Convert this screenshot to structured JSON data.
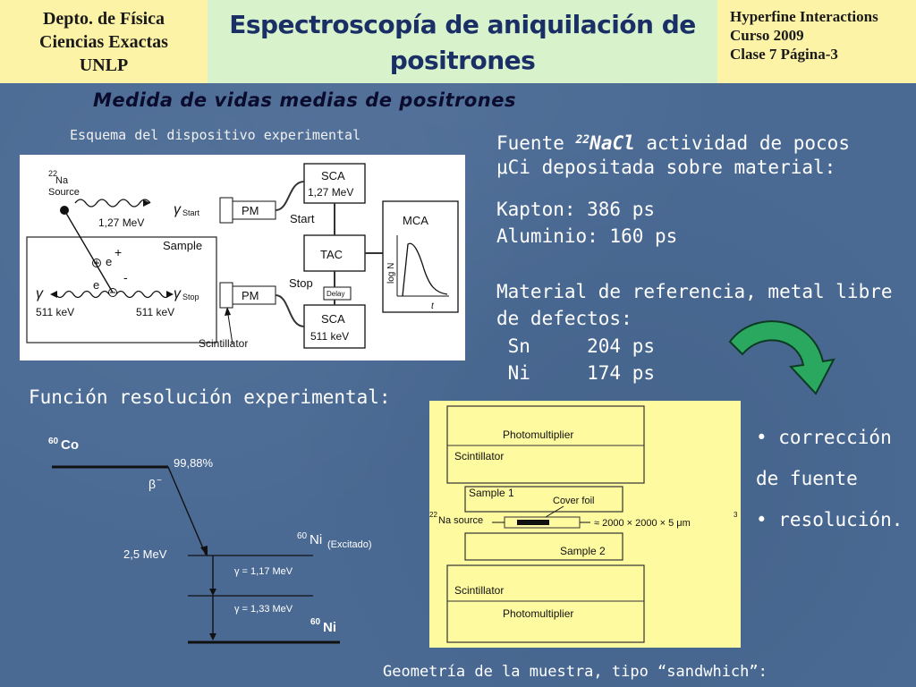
{
  "header": {
    "left_lines": [
      "Depto. de Física",
      "Ciencias Exactas",
      "UNLP"
    ],
    "title_lines": [
      "Espectroscopía de aniquilación de",
      "positrones"
    ],
    "right_lines": [
      "Hyperfine Interactions",
      "Curso 2009",
      "Clase 7  Página-3"
    ]
  },
  "subtitle": "Medida de vidas medias de positrones",
  "schematic": {
    "caption": "Esquema del dispositivo experimental",
    "source_iso": "22",
    "source_el": "Na",
    "source_word": "Source",
    "energy_start": "1,27 MeV",
    "sample": "Sample",
    "e_plus": "e",
    "e_minus": "e",
    "plus": "+",
    "minus": "-",
    "gamma": "γ",
    "start_sub": "Start",
    "stop_sub": "Stop",
    "energy_511_left": "511 keV",
    "energy_511_right": "511 keV",
    "pm_top": "PM",
    "pm_bottom": "PM",
    "sca_top_1": "SCA",
    "sca_top_2": "1,27 MeV",
    "sca_bottom_1": "SCA",
    "sca_bottom_2": "511 keV",
    "tac": "TAC",
    "start_lbl": "Start",
    "stop_lbl": "Stop",
    "delay": "Delay",
    "mca": "MCA",
    "logn": "log N",
    "t": "t",
    "scintillator": "Scintillator"
  },
  "right_text": {
    "line1_a": "Fuente ",
    "line1_sup": "22",
    "line1_b": "NaCl",
    "line1_c": " actividad de pocos",
    "line2": "μCi depositada sobre material:",
    "kapton": "Kapton: 386 ps",
    "aluminio": "Aluminio: 160 ps",
    "ref1": "Material de referencia, metal libre",
    "ref2": "de defectos:",
    "sn": " Sn     204 ps",
    "ni": " Ni     174 ps"
  },
  "resolution_title": "Función resolución experimental:",
  "decay": {
    "co_sup": "60",
    "co": "Co",
    "branch": "99,88%",
    "beta": "β",
    "beta_sup": "−",
    "energy": "2,5 MeV",
    "ni_exc_sup": "60",
    "ni_exc": "Ni",
    "ni_exc_sub": "(Excitado)",
    "g1": "γ = 1,17 MeV",
    "g2": "γ = 1,33 MeV",
    "ni_sup": "60",
    "ni": "Ni"
  },
  "sandwich": {
    "pm_top": "Photomultiplier",
    "scint_top": "Scintillator",
    "sample1": "Sample 1",
    "cover": "Cover foil",
    "src_sup": "22",
    "src": "Na source",
    "dims": "≈ 2000 × 2000 × 5 μm",
    "dims_sup": "3",
    "sample2": "Sample 2",
    "scint_bottom": "Scintillator",
    "pm_bottom": "Photomultiplier"
  },
  "bullets": [
    "• corrección",
    "de fuente",
    "• resolución."
  ],
  "geom_caption": "Geometría de la muestra, tipo “sandwhich”:",
  "colors": {
    "background": "#4a6a94",
    "header_yellow": "#fdf3a6",
    "header_green": "#d8f2cc",
    "title_blue": "#1a2f66",
    "sandwich_bg": "#fdfaa0",
    "arrow_green": "#2aa860"
  }
}
